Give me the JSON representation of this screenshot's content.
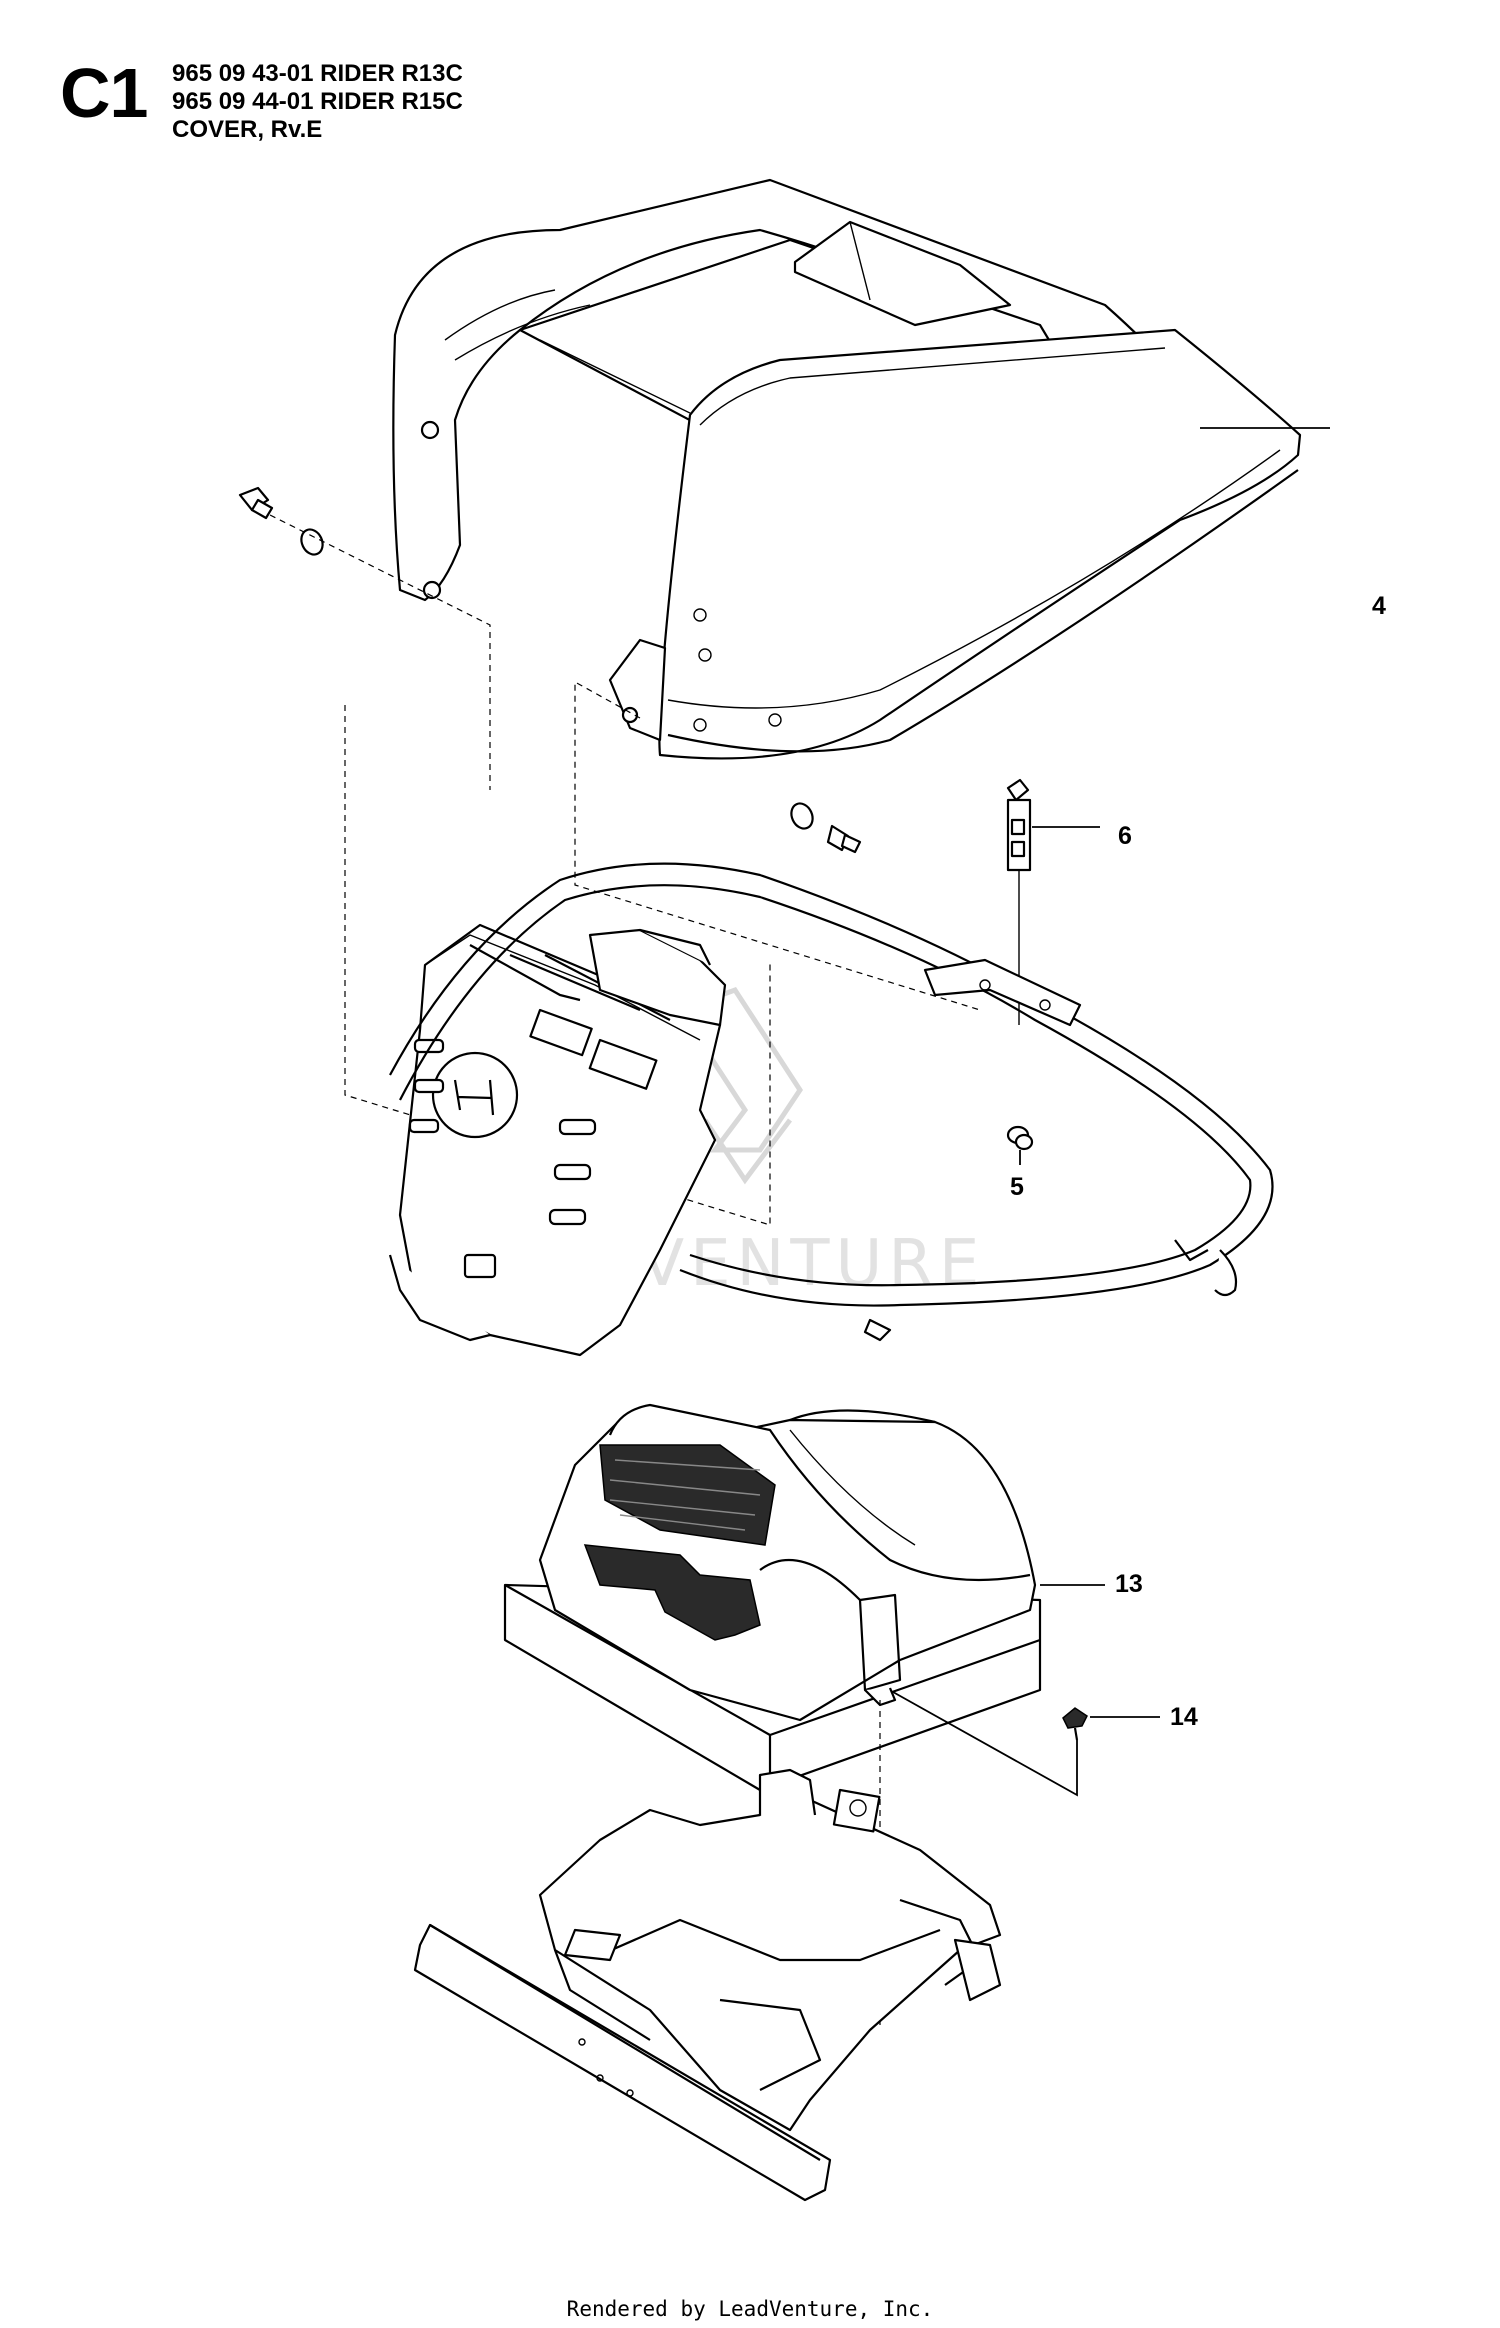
{
  "header": {
    "section_code": "C1",
    "lines": [
      "965 09 43-01 RIDER R13C",
      "965 09 44-01 RIDER R15C",
      "COVER, Rv.E"
    ]
  },
  "callouts": [
    {
      "label": "4"
    },
    {
      "label": "6"
    },
    {
      "label": "5"
    },
    {
      "label": "13"
    },
    {
      "label": "14"
    }
  ],
  "watermark": {
    "text": "ENVENTURE"
  },
  "footer": {
    "text": "Rendered by LeadVenture, Inc."
  }
}
